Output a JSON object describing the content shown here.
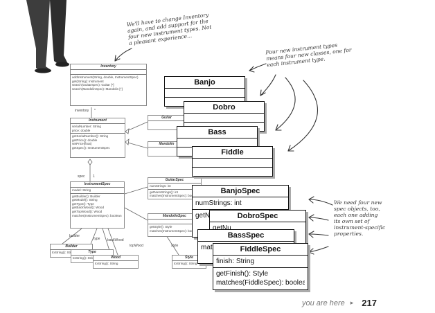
{
  "notes": {
    "inventory_note": [
      "We'll have to change Inventory",
      "again, and add support for the",
      "four new instrument types. Not",
      "a pleasant experience..."
    ],
    "types_note": [
      "Four new instrument types",
      "means four new classes, one for",
      "each instrument type."
    ],
    "spec_note": [
      "We need four new",
      "spec objects, too,",
      "each one adding",
      "its own set of",
      "instrument-specific",
      "properties."
    ]
  },
  "small_classes": {
    "inventory": {
      "name": "Inventory",
      "attrs": [],
      "methods": [
        "addInstrument(String, double, InstrumentSpec)",
        "get(String): Instrument",
        "search(GuitarSpec): Guitar [*]",
        "search(MandolinSpec): Mandolin [*]"
      ]
    },
    "instrument": {
      "name": "Instrument",
      "attrs": [
        "serialNumber: String",
        "price: double"
      ],
      "methods": [
        "getSerialNumber(): String",
        "getPrice(): double",
        "setPrice(float)",
        "getSpec(): InstrumentSpec"
      ]
    },
    "guitar": {
      "name": "Guitar"
    },
    "mandolin": {
      "name": "Mandolin"
    },
    "instrument_spec": {
      "name": "InstrumentSpec",
      "attrs": [
        "model: String"
      ],
      "methods": [
        "getBuilder(): Builder",
        "getModel(): String",
        "getType(): Type",
        "getBackWood(): Wood",
        "getTopWood(): Wood",
        "matches(InstrumentSpec): boolean"
      ]
    },
    "guitar_spec": {
      "name": "GuitarSpec",
      "attrs": [
        "numStrings: int"
      ],
      "methods": [
        "getNumStrings(): int",
        "matches(InstrumentSpec): bool"
      ]
    },
    "mandolin_spec": {
      "name": "MandolinSpec",
      "attrs": [],
      "methods": [
        "getStyle(): Style",
        "matches(InstrumentSpec): boolean"
      ]
    },
    "builder": {
      "name": "Builder",
      "methods": [
        "toString(): String"
      ]
    },
    "type": {
      "name": "Type",
      "methods": [
        "toString(): String"
      ]
    },
    "wood": {
      "name": "Wood",
      "methods": [
        "toString(): String"
      ]
    },
    "style": {
      "name": "Style",
      "methods": [
        "toString(): String"
      ]
    }
  },
  "assoc_labels": {
    "inventory": "inventory",
    "star": "*",
    "spec": "spec",
    "one": "1",
    "builder": "builder",
    "type": "type",
    "backWood": "backWood",
    "topWood": "topWood",
    "style": "style"
  },
  "new_classes": {
    "banjo": "Banjo",
    "dobro": "Dobro",
    "bass": "Bass",
    "fiddle": "Fiddle"
  },
  "new_specs": {
    "banjo_spec": {
      "name": "BanjoSpec",
      "attr": "numStrings: int",
      "method": "getNu"
    },
    "dobro_spec": {
      "name": "DobroSpec",
      "attr": "getNu"
    },
    "bass_spec": {
      "name": "BassSpec",
      "attr": "matc"
    },
    "fiddle_spec": {
      "name": "FiddleSpec",
      "attr": "finish: String",
      "methods": [
        "getFinish(): Style",
        "matches(FiddleSpec): boolean"
      ]
    }
  },
  "footer": {
    "you_are_here": "you are here",
    "arrow": "▸",
    "page_number": "217"
  }
}
